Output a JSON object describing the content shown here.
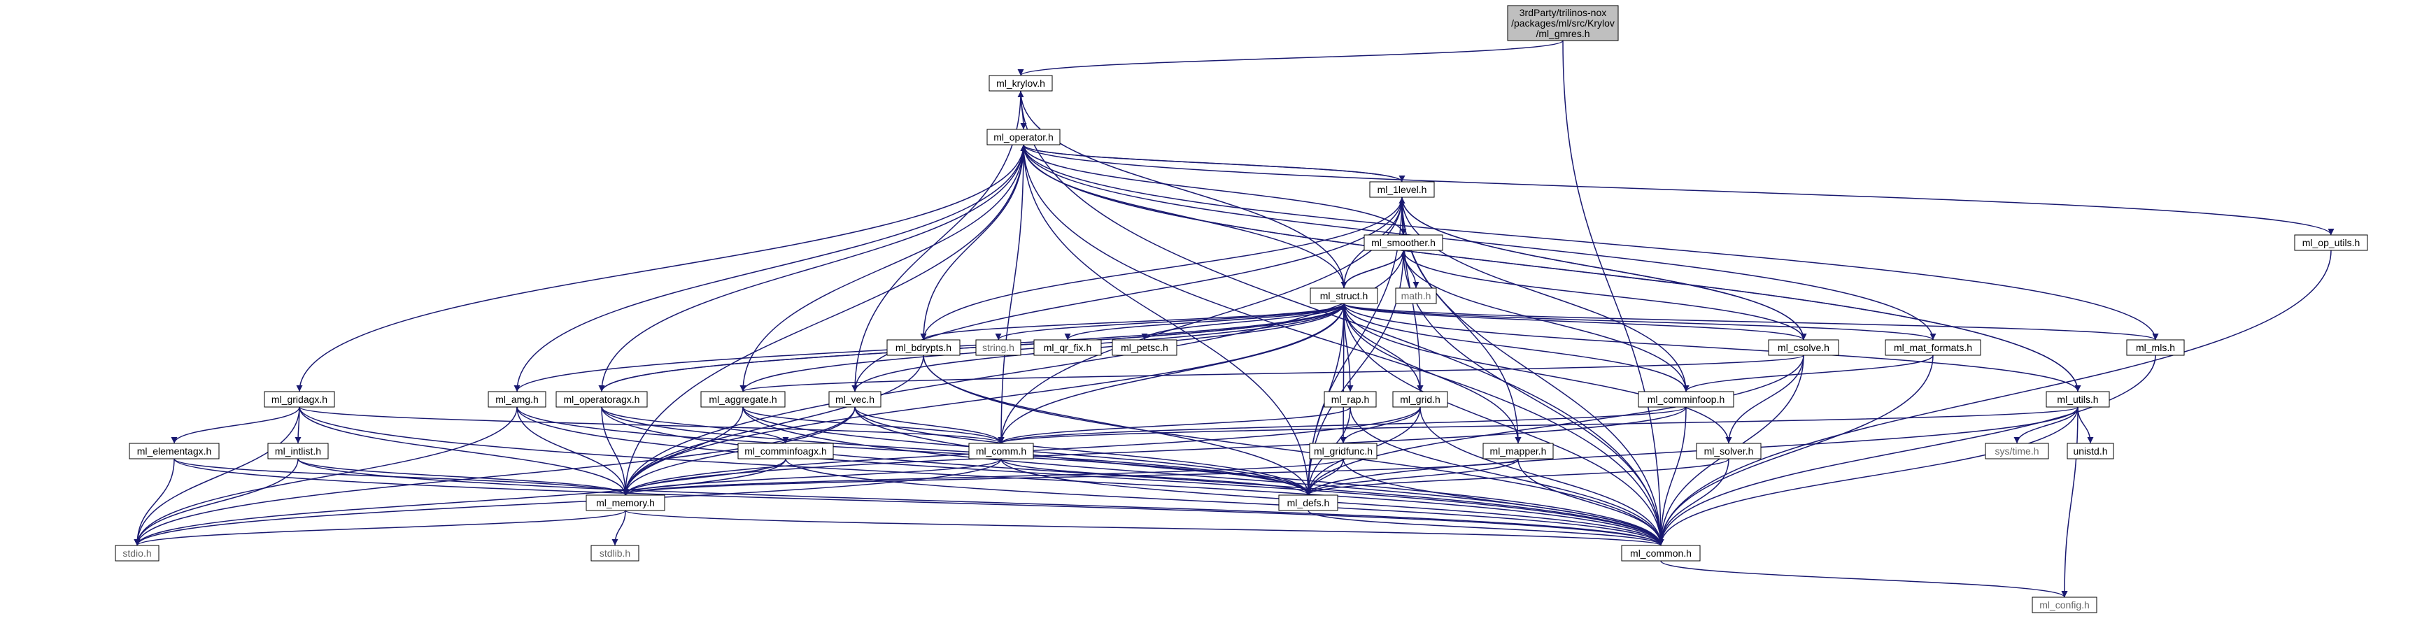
{
  "colors": {
    "edge": "#191970",
    "root_fill": "#bfbfbf",
    "node_fill": "#ffffff",
    "node_border": "#000000",
    "external_border": "#bfbfbf",
    "external_text": "#666666"
  },
  "nodes": [
    {
      "id": "root",
      "label": "3rdParty/trilinos-nox\n/packages/ml/src/Krylov\n/ml_gmres.h",
      "kind": "root"
    },
    {
      "id": "ml_krylov_h",
      "label": "ml_krylov.h",
      "kind": "file"
    },
    {
      "id": "ml_operator_h",
      "label": "ml_operator.h",
      "kind": "file"
    },
    {
      "id": "ml_1level_h",
      "label": "ml_1level.h",
      "kind": "file"
    },
    {
      "id": "ml_smoother_h",
      "label": "ml_smoother.h",
      "kind": "file"
    },
    {
      "id": "ml_struct_h",
      "label": "ml_struct.h",
      "kind": "file"
    },
    {
      "id": "math_h",
      "label": "math.h",
      "kind": "external"
    },
    {
      "id": "ml_op_utils_h",
      "label": "ml_op_utils.h",
      "kind": "file"
    },
    {
      "id": "ml_bdrypts_h",
      "label": "ml_bdrypts.h",
      "kind": "file"
    },
    {
      "id": "string_h",
      "label": "string.h",
      "kind": "external"
    },
    {
      "id": "ml_qr_fix_h",
      "label": "ml_qr_fix.h",
      "kind": "file"
    },
    {
      "id": "ml_petsc_h",
      "label": "ml_petsc.h",
      "kind": "file"
    },
    {
      "id": "ml_csolve_h",
      "label": "ml_csolve.h",
      "kind": "file"
    },
    {
      "id": "ml_mat_formats_h",
      "label": "ml_mat_formats.h",
      "kind": "file"
    },
    {
      "id": "ml_mls_h",
      "label": "ml_mls.h",
      "kind": "file"
    },
    {
      "id": "ml_gridagx_h",
      "label": "ml_gridagx.h",
      "kind": "file"
    },
    {
      "id": "ml_amg_h",
      "label": "ml_amg.h",
      "kind": "file"
    },
    {
      "id": "ml_operatoragx_h",
      "label": "ml_operatoragx.h",
      "kind": "file"
    },
    {
      "id": "ml_aggregate_h",
      "label": "ml_aggregate.h",
      "kind": "file"
    },
    {
      "id": "ml_vec_h",
      "label": "ml_vec.h",
      "kind": "file"
    },
    {
      "id": "ml_rap_h",
      "label": "ml_rap.h",
      "kind": "file"
    },
    {
      "id": "ml_grid_h",
      "label": "ml_grid.h",
      "kind": "file"
    },
    {
      "id": "ml_comminfoop_h",
      "label": "ml_comminfoop.h",
      "kind": "file"
    },
    {
      "id": "ml_utils_h",
      "label": "ml_utils.h",
      "kind": "file"
    },
    {
      "id": "ml_elementagx_h",
      "label": "ml_elementagx.h",
      "kind": "file"
    },
    {
      "id": "ml_intlist_h",
      "label": "ml_intlist.h",
      "kind": "file"
    },
    {
      "id": "ml_comminfoagx_h",
      "label": "ml_comminfoagx.h",
      "kind": "file"
    },
    {
      "id": "ml_comm_h",
      "label": "ml_comm.h",
      "kind": "file"
    },
    {
      "id": "ml_gridfunc_h",
      "label": "ml_gridfunc.h",
      "kind": "file"
    },
    {
      "id": "ml_mapper_h",
      "label": "ml_mapper.h",
      "kind": "file"
    },
    {
      "id": "ml_solver_h",
      "label": "ml_solver.h",
      "kind": "file"
    },
    {
      "id": "sys_time_h",
      "label": "sys/time.h",
      "kind": "external"
    },
    {
      "id": "unistd_h",
      "label": "unistd.h",
      "kind": "file"
    },
    {
      "id": "ml_memory_h",
      "label": "ml_memory.h",
      "kind": "file"
    },
    {
      "id": "ml_defs_h",
      "label": "ml_defs.h",
      "kind": "file"
    },
    {
      "id": "stdio_h",
      "label": "stdio.h",
      "kind": "external"
    },
    {
      "id": "stdlib_h",
      "label": "stdlib.h",
      "kind": "external"
    },
    {
      "id": "ml_common_h",
      "label": "ml_common.h",
      "kind": "file"
    },
    {
      "id": "ml_config_h",
      "label": "ml_config.h",
      "kind": "external"
    }
  ],
  "edges": [
    [
      "root",
      "ml_krylov_h"
    ],
    [
      "root",
      "ml_common_h"
    ],
    [
      "ml_krylov_h",
      "ml_operator_h"
    ],
    [
      "ml_krylov_h",
      "ml_vec_h"
    ],
    [
      "ml_krylov_h",
      "ml_common_h"
    ],
    [
      "ml_operator_h",
      "ml_1level_h"
    ],
    [
      "ml_operator_h",
      "ml_bdrypts_h"
    ],
    [
      "ml_operator_h",
      "ml_op_utils_h"
    ],
    [
      "ml_operator_h",
      "ml_mls_h"
    ],
    [
      "ml_operator_h",
      "ml_gridagx_h"
    ],
    [
      "ml_operator_h",
      "ml_operatoragx_h"
    ],
    [
      "ml_operator_h",
      "ml_comm_h"
    ],
    [
      "ml_operator_h",
      "ml_memory_h"
    ],
    [
      "ml_operator_h",
      "ml_defs_h"
    ],
    [
      "ml_operator_h",
      "ml_utils_h"
    ],
    [
      "ml_operator_h",
      "ml_common_h"
    ],
    [
      "ml_1level_h",
      "ml_operator_h"
    ],
    [
      "ml_1level_h",
      "ml_smoother_h"
    ],
    [
      "ml_1level_h",
      "ml_vec_h"
    ],
    [
      "ml_1level_h",
      "ml_csolve_h"
    ],
    [
      "ml_1level_h",
      "ml_grid_h"
    ],
    [
      "ml_1level_h",
      "ml_bdrypts_h"
    ],
    [
      "ml_1level_h",
      "ml_comminfoop_h"
    ],
    [
      "ml_1level_h",
      "ml_mapper_h"
    ],
    [
      "ml_1level_h",
      "ml_comm_h"
    ],
    [
      "ml_1level_h",
      "ml_defs_h"
    ],
    [
      "ml_1level_h",
      "ml_common_h"
    ],
    [
      "ml_smoother_h",
      "ml_operator_h"
    ],
    [
      "ml_smoother_h",
      "ml_struct_h"
    ],
    [
      "ml_smoother_h",
      "math_h"
    ],
    [
      "ml_smoother_h",
      "ml_comminfoop_h"
    ],
    [
      "ml_smoother_h",
      "ml_csolve_h"
    ],
    [
      "ml_smoother_h",
      "ml_memory_h"
    ],
    [
      "ml_smoother_h",
      "ml_defs_h"
    ],
    [
      "ml_smoother_h",
      "ml_common_h"
    ],
    [
      "ml_struct_h",
      "ml_krylov_h"
    ],
    [
      "ml_struct_h",
      "ml_operator_h"
    ],
    [
      "ml_struct_h",
      "ml_1level_h"
    ],
    [
      "ml_struct_h",
      "ml_smoother_h"
    ],
    [
      "ml_struct_h",
      "ml_bdrypts_h"
    ],
    [
      "ml_struct_h",
      "string_h"
    ],
    [
      "ml_struct_h",
      "ml_qr_fix_h"
    ],
    [
      "ml_struct_h",
      "ml_petsc_h"
    ],
    [
      "ml_struct_h",
      "ml_csolve_h"
    ],
    [
      "ml_struct_h",
      "ml_mat_formats_h"
    ],
    [
      "ml_struct_h",
      "ml_mls_h"
    ],
    [
      "ml_struct_h",
      "ml_amg_h"
    ],
    [
      "ml_struct_h",
      "ml_operatoragx_h"
    ],
    [
      "ml_struct_h",
      "ml_aggregate_h"
    ],
    [
      "ml_struct_h",
      "ml_vec_h"
    ],
    [
      "ml_struct_h",
      "ml_rap_h"
    ],
    [
      "ml_struct_h",
      "ml_grid_h"
    ],
    [
      "ml_struct_h",
      "ml_comminfoop_h"
    ],
    [
      "ml_struct_h",
      "ml_utils_h"
    ],
    [
      "ml_struct_h",
      "ml_gridfunc_h"
    ],
    [
      "ml_struct_h",
      "ml_comm_h"
    ],
    [
      "ml_struct_h",
      "ml_mapper_h"
    ],
    [
      "ml_struct_h",
      "ml_solver_h"
    ],
    [
      "ml_struct_h",
      "ml_memory_h"
    ],
    [
      "ml_struct_h",
      "ml_defs_h"
    ],
    [
      "ml_struct_h",
      "ml_common_h"
    ],
    [
      "ml_bdrypts_h",
      "ml_memory_h"
    ],
    [
      "ml_bdrypts_h",
      "ml_defs_h"
    ],
    [
      "ml_bdrypts_h",
      "ml_common_h"
    ],
    [
      "ml_csolve_h",
      "ml_1level_h"
    ],
    [
      "ml_csolve_h",
      "ml_solver_h"
    ],
    [
      "ml_csolve_h",
      "ml_defs_h"
    ],
    [
      "ml_csolve_h",
      "ml_common_h"
    ],
    [
      "ml_csolve_h",
      "ml_aggregate_h"
    ],
    [
      "ml_mat_formats_h",
      "ml_operator_h"
    ],
    [
      "ml_mat_formats_h",
      "ml_comminfoop_h"
    ],
    [
      "ml_mat_formats_h",
      "ml_common_h"
    ],
    [
      "ml_mls_h",
      "ml_common_h"
    ],
    [
      "ml_op_utils_h",
      "ml_common_h"
    ],
    [
      "ml_gridagx_h",
      "ml_elementagx_h"
    ],
    [
      "ml_gridagx_h",
      "ml_intlist_h"
    ],
    [
      "ml_gridagx_h",
      "ml_comm_h"
    ],
    [
      "ml_gridagx_h",
      "ml_memory_h"
    ],
    [
      "ml_gridagx_h",
      "ml_common_h"
    ],
    [
      "ml_gridagx_h",
      "stdio_h"
    ],
    [
      "ml_amg_h",
      "ml_operator_h"
    ],
    [
      "ml_amg_h",
      "ml_defs_h"
    ],
    [
      "ml_amg_h",
      "ml_memory_h"
    ],
    [
      "ml_amg_h",
      "ml_common_h"
    ],
    [
      "ml_amg_h",
      "stdio_h"
    ],
    [
      "ml_operatoragx_h",
      "ml_struct_h"
    ],
    [
      "ml_operatoragx_h",
      "ml_comminfoagx_h"
    ],
    [
      "ml_operatoragx_h",
      "ml_memory_h"
    ],
    [
      "ml_operatoragx_h",
      "ml_defs_h"
    ],
    [
      "ml_operatoragx_h",
      "ml_common_h"
    ],
    [
      "ml_aggregate_h",
      "ml_operator_h"
    ],
    [
      "ml_aggregate_h",
      "ml_comm_h"
    ],
    [
      "ml_aggregate_h",
      "ml_memory_h"
    ],
    [
      "ml_aggregate_h",
      "ml_defs_h"
    ],
    [
      "ml_aggregate_h",
      "ml_common_h"
    ],
    [
      "ml_vec_h",
      "ml_comm_h"
    ],
    [
      "ml_vec_h",
      "ml_memory_h"
    ],
    [
      "ml_vec_h",
      "ml_defs_h"
    ],
    [
      "ml_vec_h",
      "ml_common_h"
    ],
    [
      "ml_vec_h",
      "stdio_h"
    ],
    [
      "ml_rap_h",
      "ml_comm_h"
    ],
    [
      "ml_rap_h",
      "ml_defs_h"
    ],
    [
      "ml_rap_h",
      "ml_common_h"
    ],
    [
      "ml_grid_h",
      "ml_gridfunc_h"
    ],
    [
      "ml_grid_h",
      "ml_memory_h"
    ],
    [
      "ml_grid_h",
      "ml_defs_h"
    ],
    [
      "ml_grid_h",
      "ml_common_h"
    ],
    [
      "ml_comminfoop_h",
      "ml_comm_h"
    ],
    [
      "ml_comminfoop_h",
      "ml_memory_h"
    ],
    [
      "ml_comminfoop_h",
      "ml_common_h"
    ],
    [
      "ml_utils_h",
      "sys_time_h"
    ],
    [
      "ml_utils_h",
      "unistd_h"
    ],
    [
      "ml_utils_h",
      "ml_config_h"
    ],
    [
      "ml_utils_h",
      "ml_comm_h"
    ],
    [
      "ml_utils_h",
      "ml_defs_h"
    ],
    [
      "ml_utils_h",
      "ml_common_h"
    ],
    [
      "ml_utils_h",
      "ml_operator_h"
    ],
    [
      "ml_elementagx_h",
      "ml_memory_h"
    ],
    [
      "ml_elementagx_h",
      "ml_common_h"
    ],
    [
      "ml_elementagx_h",
      "stdio_h"
    ],
    [
      "ml_intlist_h",
      "ml_memory_h"
    ],
    [
      "ml_intlist_h",
      "ml_common_h"
    ],
    [
      "ml_intlist_h",
      "stdio_h"
    ],
    [
      "ml_comminfoagx_h",
      "ml_memory_h"
    ],
    [
      "ml_comminfoagx_h",
      "ml_common_h"
    ],
    [
      "ml_comminfoagx_h",
      "stdio_h"
    ],
    [
      "ml_comm_h",
      "ml_memory_h"
    ],
    [
      "ml_comm_h",
      "ml_defs_h"
    ],
    [
      "ml_comm_h",
      "ml_common_h"
    ],
    [
      "ml_comm_h",
      "stdio_h"
    ],
    [
      "ml_gridfunc_h",
      "ml_memory_h"
    ],
    [
      "ml_gridfunc_h",
      "ml_defs_h"
    ],
    [
      "ml_gridfunc_h",
      "ml_common_h"
    ],
    [
      "ml_mapper_h",
      "ml_memory_h"
    ],
    [
      "ml_mapper_h",
      "ml_defs_h"
    ],
    [
      "ml_mapper_h",
      "ml_common_h"
    ],
    [
      "ml_solver_h",
      "ml_defs_h"
    ],
    [
      "ml_solver_h",
      "ml_common_h"
    ],
    [
      "ml_memory_h",
      "stdlib_h"
    ],
    [
      "ml_memory_h",
      "stdio_h"
    ],
    [
      "ml_memory_h",
      "ml_common_h"
    ],
    [
      "ml_defs_h",
      "ml_common_h"
    ],
    [
      "ml_common_h",
      "ml_config_h"
    ]
  ]
}
